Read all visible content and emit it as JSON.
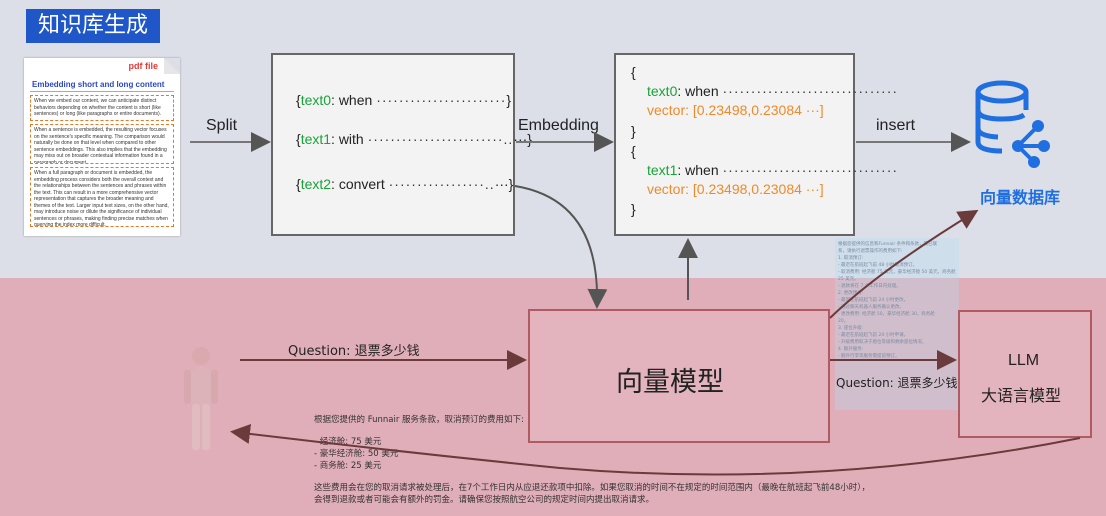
{
  "title": "知识库生成",
  "document": {
    "tag": "pdf file",
    "heading": "Embedding short and long content",
    "paragraphs": [
      "When we embed our content, we can anticipate distinct behaviors depending on whether the content is short (like sentences) or long (like paragraphs or entire documents).",
      "When a sentence is embedded, the resulting vector focuses on the sentence's specific meaning. The comparison would naturally be done on that level when compared to other sentence embeddings. This also implies that the embedding may miss out on broader contextual information found in a paragraph or document.",
      "When a full paragraph or document is embedded, the embedding process considers both the overall context and the relationships between the sentences and phrases within the text. This can result in a more comprehensive vector representation that captures the broader meaning and themes of the text. Larger input text sizes, on the other hand, may introduce noise or dilute the significance of individual sentences or phrases, making finding precise matches when querying the index more difficult."
    ]
  },
  "edges": {
    "split": "Split",
    "embedding": "Embedding",
    "insert": "insert",
    "question_in": "Question: 退票多少钱",
    "question_llm": "Question: 退票多少钱"
  },
  "chunks": [
    {
      "key": "text0",
      "text": ": when ",
      "dots": "·······················",
      "close": "}"
    },
    {
      "key": "text1",
      "text": ": with ",
      "dots": "························..",
      "close": "···}"
    },
    {
      "key": "text2",
      "text": ": convert ",
      "dots": "·················..",
      "close": "···}"
    }
  ],
  "vectors": {
    "open": "{",
    "close": "}",
    "items": [
      {
        "key": "text0",
        "text": ": when ",
        "dots": "·······························",
        "vector": "vector: [0.23498,0.23084 ···]"
      },
      {
        "key": "text1",
        "text": ": when ",
        "dots": "·······························",
        "vector": "vector: [0.23498,0.23084 ···]"
      }
    ]
  },
  "vector_db_label": "向量数据库",
  "vector_model_label": "向量模型",
  "llm": {
    "line1": "LLM",
    "line2": "大语言模型"
  },
  "answer": {
    "intro": "根据您提供的 Funnair 服务条款，取消预订的费用如下:",
    "items": [
      "- 经济舱: 75 美元",
      "- 豪华经济舱: 50 美元",
      "- 商务舱: 25 美元"
    ],
    "footer1": "这些费用会在您的取消请求被处理后，在7个工作日内从应退还款项中扣除。如果您取消的时间不在规定的时间范围内（最晚在航班起飞前48小时），",
    "footer2": "会得到退款或者可能会有额外的罚金。请确保您按照航空公司的规定时间内提出取消请求。"
  },
  "overlay_lines": [
    "根据您提供的信息和Funnair 条件和条款，我已联",
    "系，请执行退票操作的费用如下:",
    "1. 取消预订:",
    "- 最迟在航班起飞前 48 小时取消预订。",
    "- 取消费用: 经济舱 75 美元，豪华经济舱 50 美元，商务舱",
    "25 美元。",
    "- 退款将在 7 个工作日内处理。",
    "2. 更改预订:",
    "- 最迟在航班起飞前 24 小时更改。",
    "- 通过聊天机器人服务确认更改。",
    "- 更改费用: 经济舱 50，豪华经济舱 30，商务舱",
    "20。",
    "3. 座位升级:",
    "- 最迟在航班起飞前 24 小时申请。",
    "- 升级费用取决于舱位等级和剩余座位情况。",
    "4. 额外服务:",
    "- 额外行李等服务需提前预订。"
  ],
  "colors": {
    "title_bg": "#1f57c9",
    "db_blue": "#1f6fe0",
    "green": "#1aa23a",
    "orange": "#ef8a2a"
  }
}
